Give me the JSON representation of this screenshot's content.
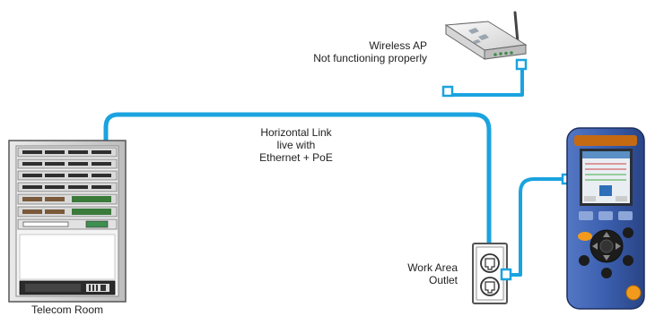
{
  "labels": {
    "ap_line1": "Wireless AP",
    "ap_line2": "Not functioning properly",
    "link_line1": "Horizontal Link",
    "link_line2": "live with",
    "link_line3": "Ethernet + PoE",
    "outlet_line1": "Work Area",
    "outlet_line2": "Outlet",
    "room": "Telecom Room"
  },
  "colors": {
    "cable": "#1aa3df",
    "rack_frame": "#cfcfcf",
    "tester_body": "#3b5fae",
    "tester_accent": "#f29a1c",
    "screen": "#e9eef3"
  },
  "icons": {
    "access_point": "wireless-ap-icon",
    "rack": "server-rack-icon",
    "outlet": "wall-outlet-icon",
    "tester": "network-tester-icon"
  }
}
